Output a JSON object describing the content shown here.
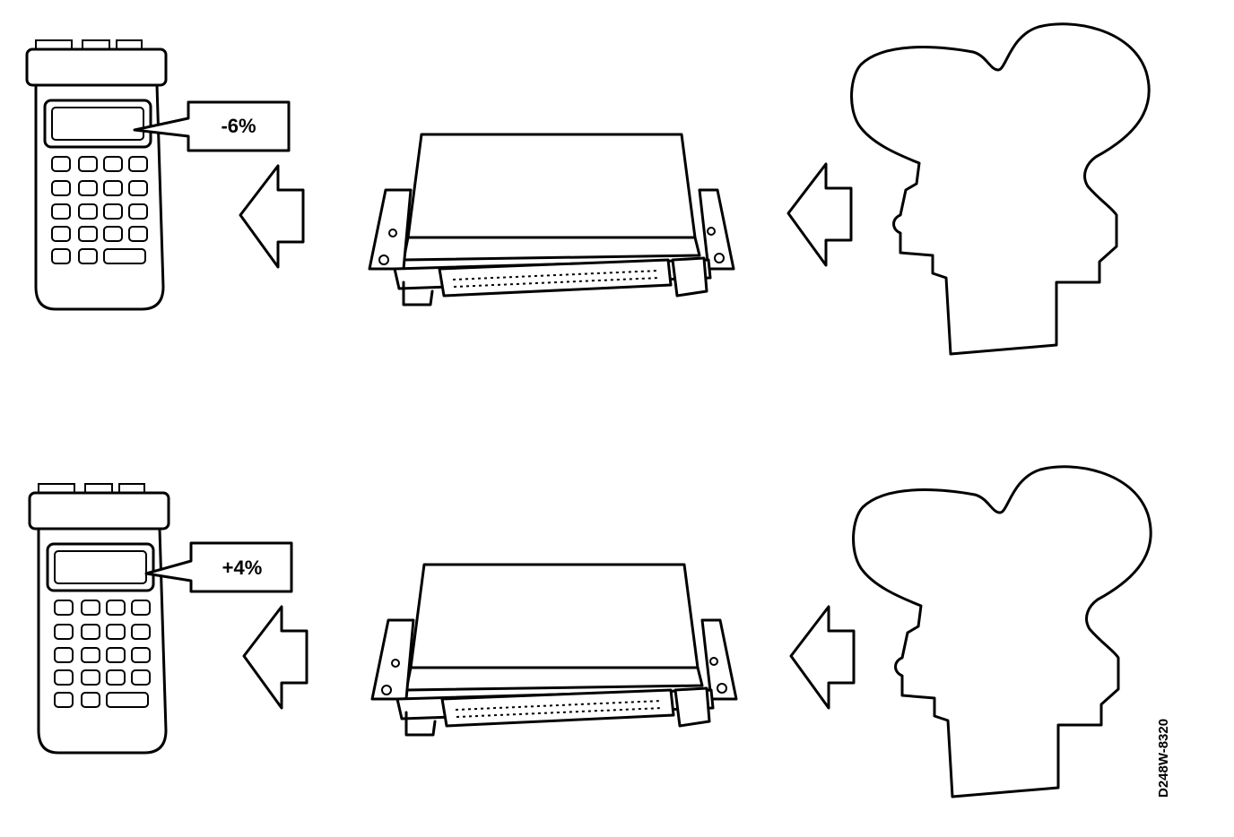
{
  "panels": [
    {
      "readout": "-6%"
    },
    {
      "readout": "+4%"
    }
  ],
  "figure_code": "D248W-8320",
  "icons": [
    "scan-tool-icon",
    "arrow-left-icon",
    "ecu-module-icon",
    "engine-outline-icon"
  ]
}
